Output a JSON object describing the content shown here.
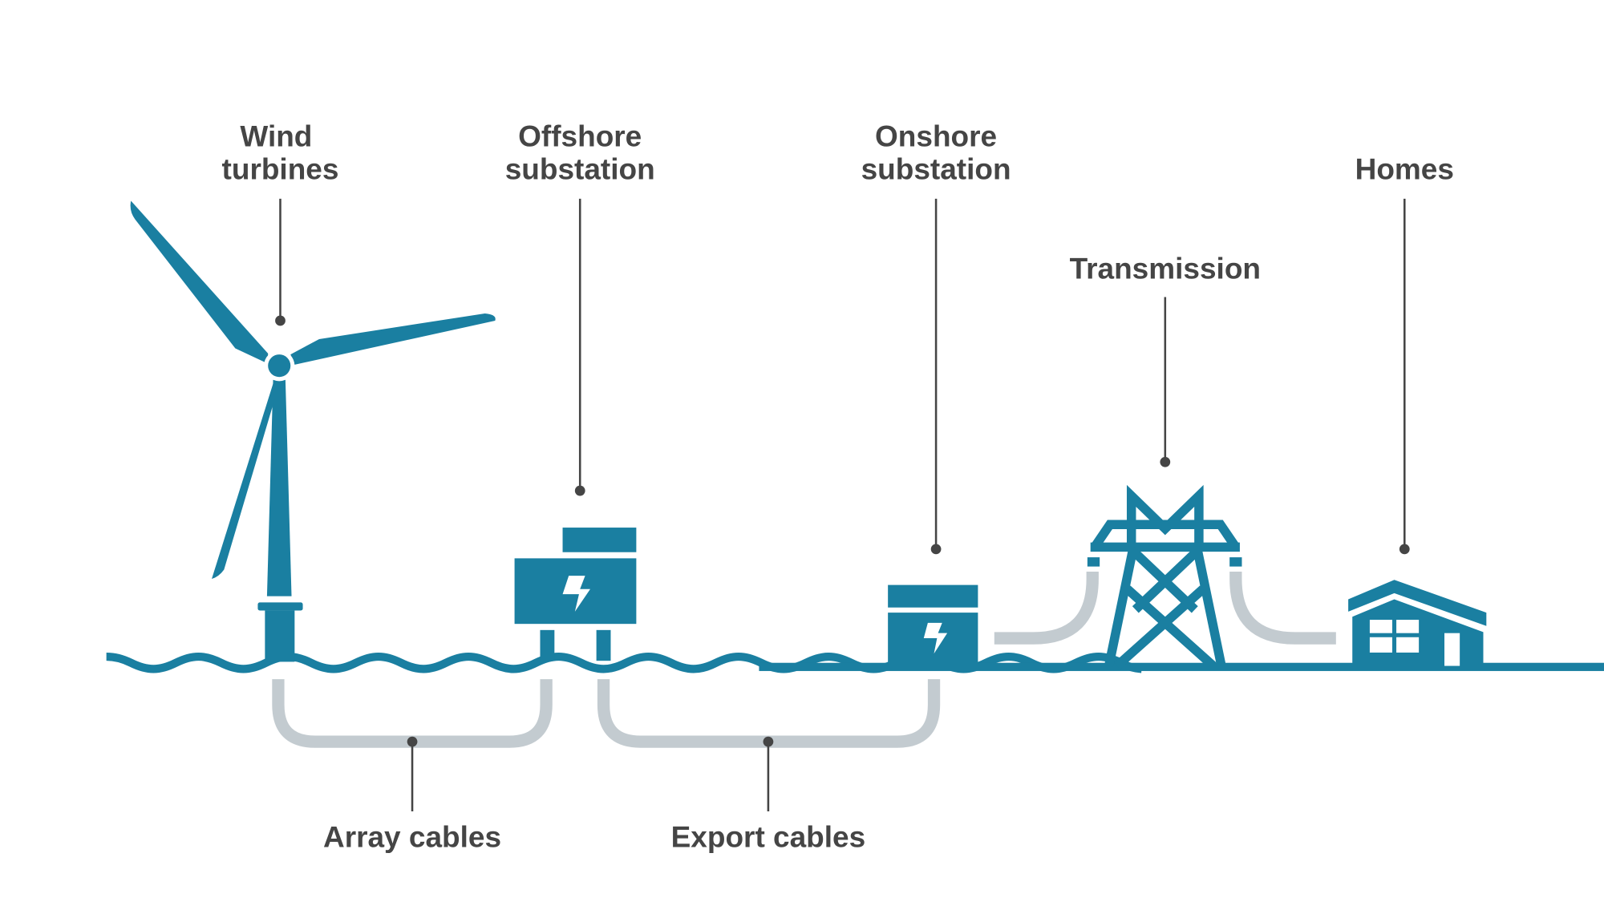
{
  "diagram": {
    "title": "Offshore wind power transmission chain",
    "colors": {
      "primary": "#1a7fa1",
      "cable": "#c3cbd0",
      "label": "#454545",
      "background": "#ffffff"
    },
    "components": [
      {
        "id": "wind-turbines",
        "label_line1": "Wind",
        "label_line2": "turbines",
        "icon": "wind-turbine-icon"
      },
      {
        "id": "offshore-substation",
        "label_line1": "Offshore",
        "label_line2": "substation",
        "icon": "offshore-substation-icon"
      },
      {
        "id": "onshore-substation",
        "label_line1": "Onshore",
        "label_line2": "substation",
        "icon": "onshore-substation-icon"
      },
      {
        "id": "transmission",
        "label_line1": "Transmission",
        "icon": "transmission-tower-icon"
      },
      {
        "id": "homes",
        "label_line1": "Homes",
        "icon": "house-icon"
      }
    ],
    "cables": [
      {
        "id": "array-cables",
        "label": "Array cables",
        "from": "wind-turbines",
        "to": "offshore-substation"
      },
      {
        "id": "export-cables",
        "label": "Export cables",
        "from": "offshore-substation",
        "to": "onshore-substation"
      }
    ],
    "links": [
      {
        "from": "onshore-substation",
        "to": "transmission"
      },
      {
        "from": "transmission",
        "to": "homes"
      }
    ]
  }
}
